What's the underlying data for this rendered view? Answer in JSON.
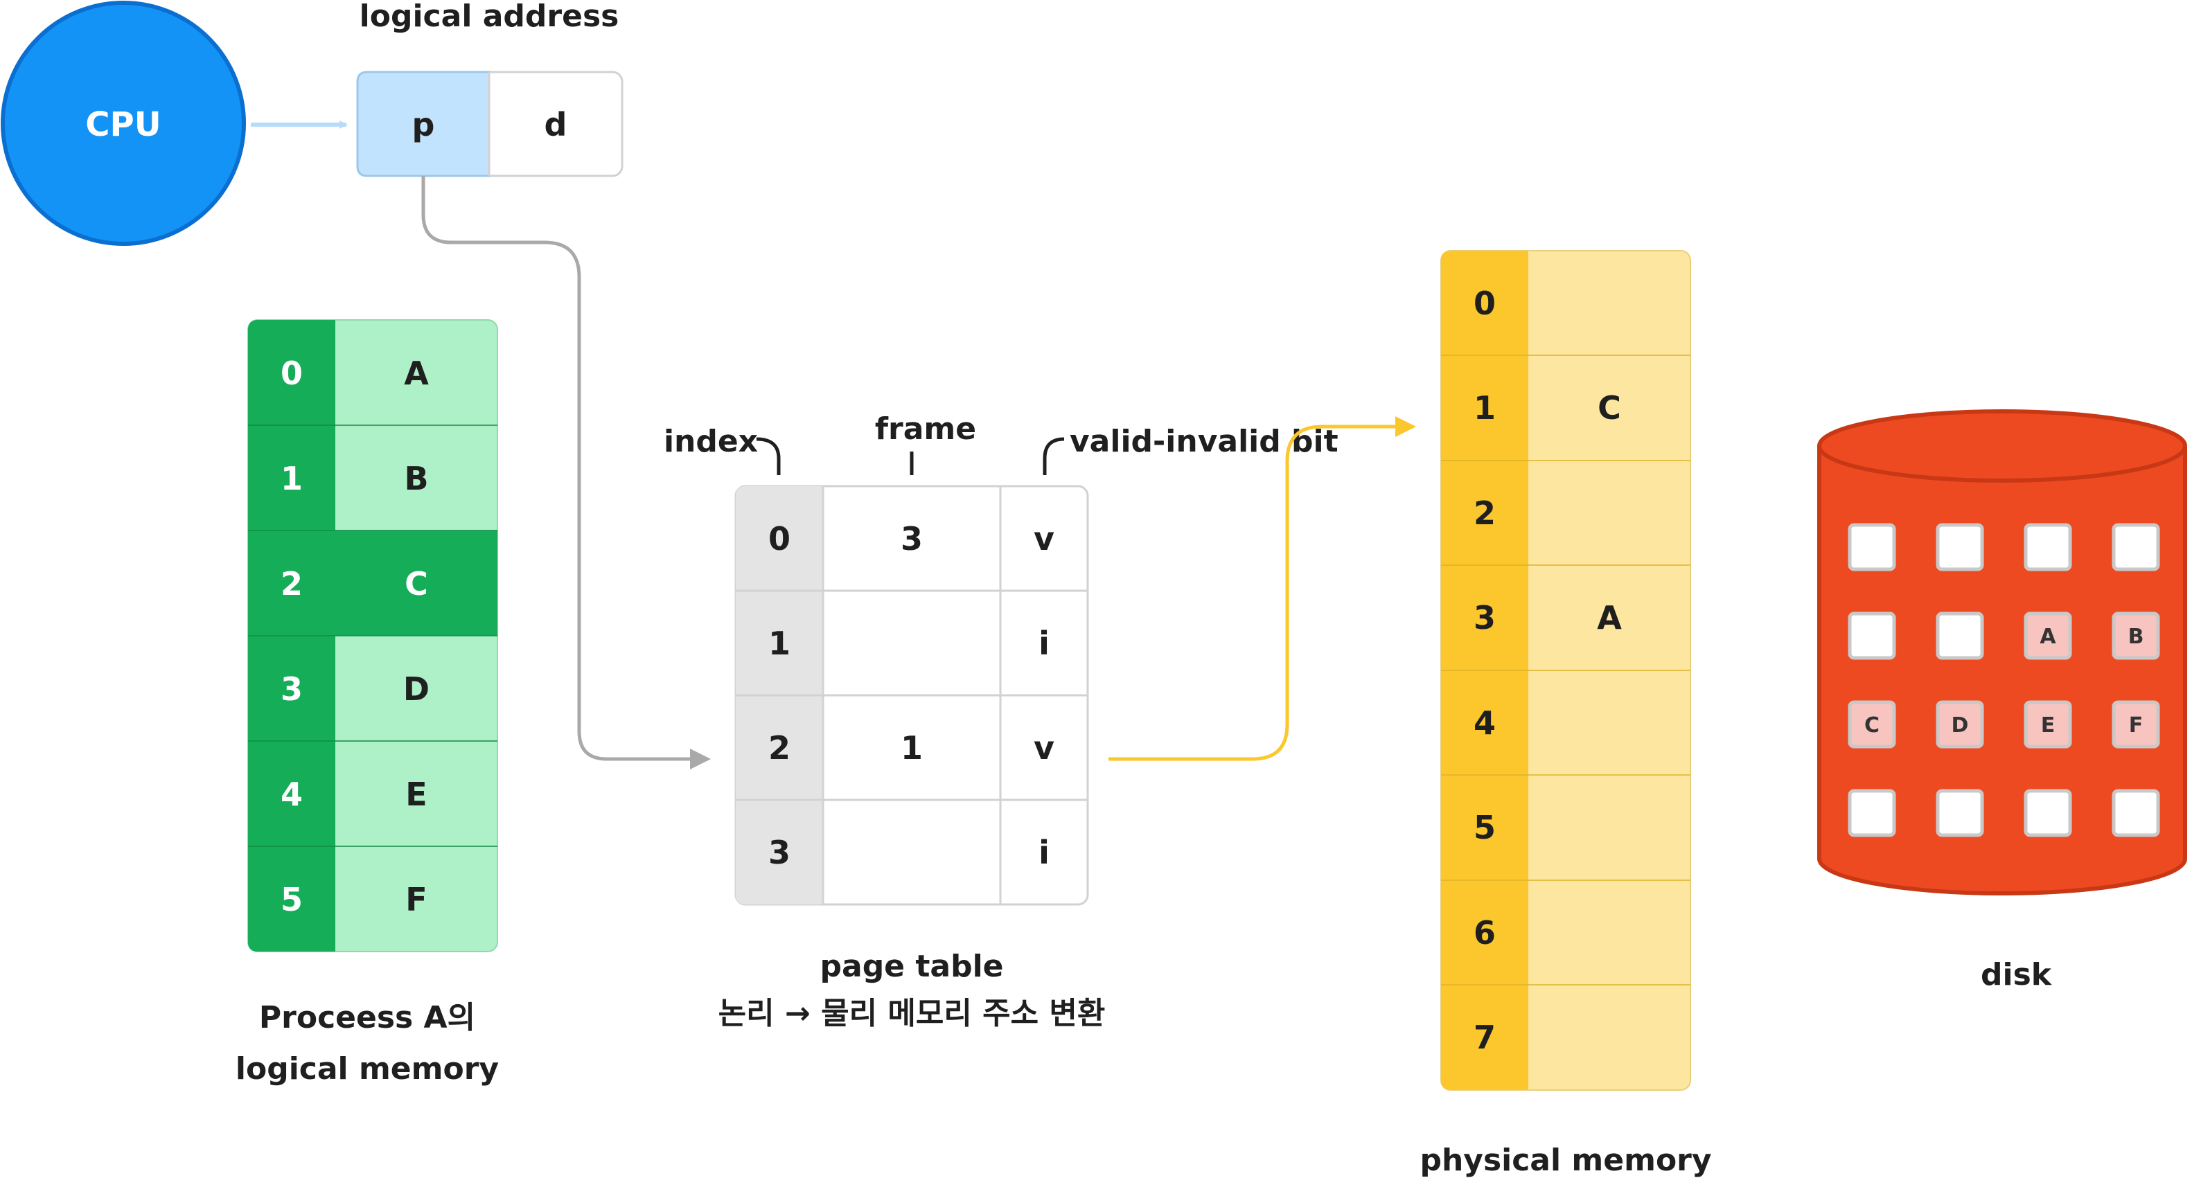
{
  "cpu": {
    "label": "CPU"
  },
  "logical_address": {
    "title": "logical address",
    "fields": [
      "p",
      "d"
    ]
  },
  "logical_memory": {
    "caption_line1": "Proceess A의",
    "caption_line2": "logical memory",
    "rows": [
      {
        "index": "0",
        "page": "A",
        "highlight": false
      },
      {
        "index": "1",
        "page": "B",
        "highlight": false
      },
      {
        "index": "2",
        "page": "C",
        "highlight": true
      },
      {
        "index": "3",
        "page": "D",
        "highlight": false
      },
      {
        "index": "4",
        "page": "E",
        "highlight": false
      },
      {
        "index": "5",
        "page": "F",
        "highlight": false
      }
    ]
  },
  "page_table": {
    "header_index": "index",
    "header_frame": "frame",
    "header_valid": "valid-invalid bit",
    "caption_line1": "page table",
    "caption_line2": "논리 → 물리 메모리 주소 변환",
    "rows": [
      {
        "index": "0",
        "frame": "3",
        "bit": "v"
      },
      {
        "index": "1",
        "frame": "",
        "bit": "i"
      },
      {
        "index": "2",
        "frame": "1",
        "bit": "v"
      },
      {
        "index": "3",
        "frame": "",
        "bit": "i"
      }
    ]
  },
  "physical_memory": {
    "caption": "physical memory",
    "rows": [
      {
        "index": "0",
        "content": ""
      },
      {
        "index": "1",
        "content": "C"
      },
      {
        "index": "2",
        "content": ""
      },
      {
        "index": "3",
        "content": "A"
      },
      {
        "index": "4",
        "content": ""
      },
      {
        "index": "5",
        "content": ""
      },
      {
        "index": "6",
        "content": ""
      },
      {
        "index": "7",
        "content": ""
      }
    ]
  },
  "disk": {
    "caption": "disk",
    "grid": [
      [
        "",
        "",
        "",
        ""
      ],
      [
        "",
        "",
        "A",
        "B"
      ],
      [
        "C",
        "D",
        "E",
        "F"
      ],
      [
        "",
        "",
        "",
        ""
      ]
    ]
  },
  "colors": {
    "cpu": "#1493f7",
    "cpu_border": "#0a6fd0",
    "address_p": "#c2e3fd",
    "logical_index": "#16ad58",
    "logical_page": "#aef1c8",
    "page_table_index": "#e4e4e4",
    "physical_index": "#fbc72d",
    "physical_content": "#fde6a0",
    "disk": "#ee4a22",
    "disk_slot_filled": "#f8c4c0",
    "arrow_gray": "#a9a9a9",
    "arrow_yellow": "#fbc72d",
    "arrow_blue": "#b7dcfb"
  }
}
